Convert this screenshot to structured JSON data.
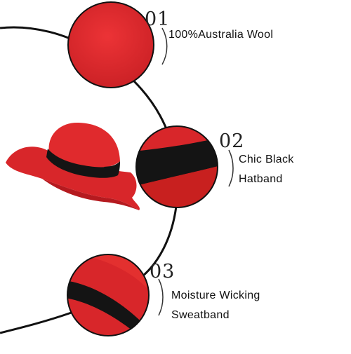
{
  "features": [
    {
      "number": "01",
      "line1": "100%Australia Wool",
      "line2": "",
      "detail": "wool-fabric"
    },
    {
      "number": "02",
      "line1": "Chic Black",
      "line2": "Hatband",
      "detail": "black-hatband"
    },
    {
      "number": "03",
      "line1": "Moisture Wicking",
      "line2": "Sweatband",
      "detail": "sweatband"
    }
  ],
  "colors": {
    "hat_red": "#d8262a",
    "hat_red_dark": "#b51a1f",
    "hatband": "#141414",
    "outline": "#111111"
  }
}
